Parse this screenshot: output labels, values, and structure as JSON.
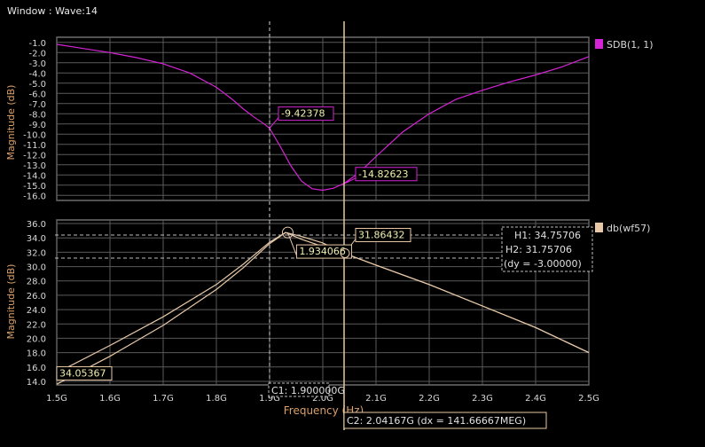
{
  "window": {
    "title": "Window : Wave:14"
  },
  "colors": {
    "background": "#000000",
    "grid": "#5a5a5a",
    "frame": "#6e6e6e",
    "tick_text": "#d8d8d8",
    "axis_label": "#d9a06a",
    "sdb_trace": "#d524d5",
    "db_trace": "#e6c8a8",
    "cursor_c2": "#e8c8a0",
    "cursor_c1": "#cfcfcf",
    "marker_text": "#f0f0b0"
  },
  "x_axis": {
    "label": "Frequency (Hz)",
    "tick_labels": [
      "1.5G",
      "1.6G",
      "1.7G",
      "1.8G",
      "1.9G",
      "2.0G",
      "2.1G",
      "2.2G",
      "2.3G",
      "2.4G",
      "2.5G"
    ]
  },
  "top_panel": {
    "legend": "SDB(1, 1)",
    "legend_icon": "magenta-square-icon",
    "ylabel": "Magnitude (dB)",
    "ytick_labels": [
      "-1.0",
      "-2.0",
      "-3.0",
      "-4.0",
      "-5.0",
      "-6.0",
      "-7.0",
      "-8.0",
      "-9.0",
      "-10.0",
      "-11.0",
      "-12.0",
      "-13.0",
      "-14.0",
      "-15.0",
      "-16.0"
    ],
    "markers": [
      {
        "label": "-9.42378",
        "x": 1.9,
        "y": -9.42378
      },
      {
        "label": "-14.82623",
        "x": 2.04167,
        "y": -14.82623
      }
    ]
  },
  "bottom_panel": {
    "legend": "db(wf57)",
    "legend_icon": "tan-square-icon",
    "ylabel": "Magnitude (dB)",
    "ytick_labels": [
      "36.0",
      "34.0",
      "32.0",
      "30.0",
      "28.0",
      "26.0",
      "24.0",
      "22.0",
      "20.0",
      "18.0",
      "16.0",
      "14.0"
    ],
    "markers": [
      {
        "label": "31.86432",
        "x": 2.04167,
        "y": 31.86432
      },
      {
        "label": "1.934066",
        "x": 1.934066,
        "y": 34.75706
      },
      {
        "label": "34.05367",
        "x": 1.5,
        "y": 14.3
      }
    ],
    "h1_label": "H1: 34.75706",
    "h2_label": "H2: 31.75706",
    "dy_label": "(dy = -3.00000)"
  },
  "cursors": {
    "c1_label": "C1: 1.900000G",
    "c2_label": "C2: 2.04167G (dx = 141.66667MEG)"
  },
  "chart_data": [
    {
      "type": "line",
      "title": "",
      "xlabel": "Frequency (Hz)",
      "ylabel": "Magnitude (dB)",
      "xlim": [
        1.5,
        2.5
      ],
      "ylim": [
        -16.5,
        -0.5
      ],
      "grid": true,
      "legend_position": "right",
      "series": [
        {
          "name": "SDB(1, 1)",
          "color": "#d524d5",
          "x": [
            1.5,
            1.55,
            1.6,
            1.65,
            1.7,
            1.75,
            1.8,
            1.83,
            1.85,
            1.87,
            1.89,
            1.9,
            1.92,
            1.94,
            1.96,
            1.98,
            2.0,
            2.02,
            2.04,
            2.06,
            2.08,
            2.1,
            2.15,
            2.2,
            2.25,
            2.3,
            2.35,
            2.4,
            2.45,
            2.5
          ],
          "y": [
            -1.2,
            -1.6,
            -2.0,
            -2.5,
            -3.1,
            -4.0,
            -5.4,
            -6.6,
            -7.5,
            -8.3,
            -9.0,
            -9.42,
            -11.2,
            -13.1,
            -14.6,
            -15.35,
            -15.5,
            -15.3,
            -14.83,
            -14.1,
            -13.2,
            -12.2,
            -9.8,
            -8.0,
            -6.6,
            -5.7,
            -4.9,
            -4.2,
            -3.4,
            -2.4
          ]
        }
      ]
    },
    {
      "type": "line",
      "title": "",
      "xlabel": "Frequency (Hz)",
      "ylabel": "Magnitude (dB)",
      "xlim": [
        1.5,
        2.5
      ],
      "ylim": [
        13.5,
        36.5
      ],
      "grid": true,
      "legend_position": "right",
      "series": [
        {
          "name": "db(wf57)",
          "color": "#e6c8a8",
          "x": [
            1.5,
            1.6,
            1.7,
            1.8,
            1.85,
            1.9,
            1.93,
            1.96,
            2.0,
            2.04,
            2.1,
            2.2,
            2.3,
            2.4,
            2.5
          ],
          "y": [
            15.2,
            19.0,
            23.0,
            27.5,
            30.3,
            33.4,
            34.75,
            34.2,
            33.3,
            31.86,
            30.2,
            27.5,
            24.5,
            21.5,
            18.0
          ]
        },
        {
          "name": "",
          "color": "#e6c8a8",
          "x": [
            1.5,
            1.6,
            1.7,
            1.8,
            1.85,
            1.9,
            1.93,
            1.96,
            2.0,
            2.04,
            2.1,
            2.2,
            2.3,
            2.4,
            2.5
          ],
          "y": [
            13.6,
            17.5,
            21.8,
            26.8,
            29.8,
            33.2,
            34.75,
            33.8,
            32.8,
            31.86,
            30.2,
            27.5,
            24.5,
            21.5,
            18.0
          ]
        }
      ]
    }
  ]
}
